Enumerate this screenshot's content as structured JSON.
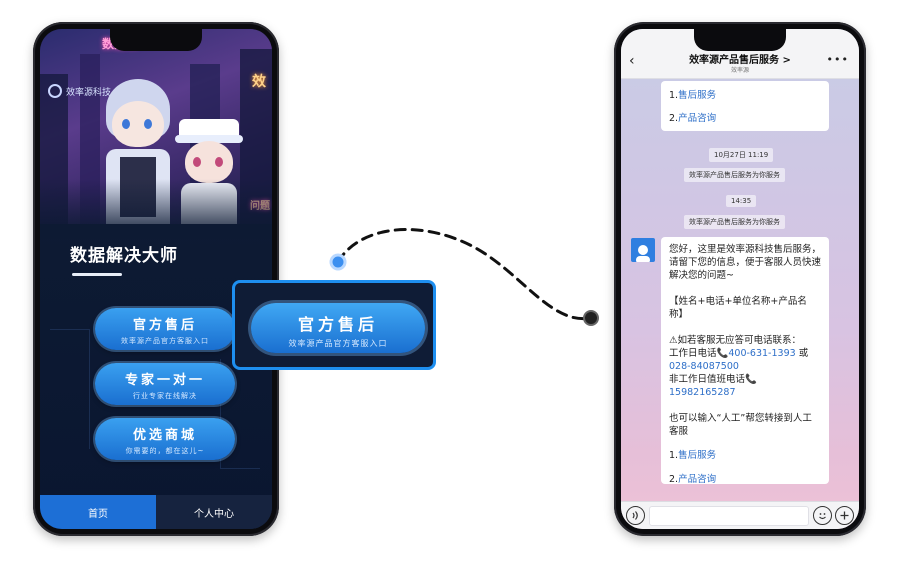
{
  "left_phone": {
    "app_title": "数据解决大师",
    "hero": {
      "brand_name": "效率源科技",
      "sign_text_1": "数据恢",
      "sign_text_2": "效",
      "sign_text_3": "问题"
    },
    "buttons": [
      {
        "label": "官方售后",
        "sub": "效率源产品官方客服入口"
      },
      {
        "label": "专家一对一",
        "sub": "行业专家在线解决"
      },
      {
        "label": "优选商城",
        "sub": "你需要的，都在这儿~"
      }
    ],
    "tabs": [
      {
        "label": "首页"
      },
      {
        "label": "个人中心"
      }
    ]
  },
  "callout": {
    "label": "官方售后",
    "sub": "效率源产品官方客服入口"
  },
  "right_phone": {
    "header": {
      "title": "效率源产品售后服务 >",
      "subtitle": "效率源"
    },
    "top_bubble": {
      "item1_num": "1.",
      "item1_link": "售后服务",
      "item2_num": "2.",
      "item2_link": "产品咨询"
    },
    "system_messages": [
      "10月27日 11:19",
      "效率源产品售后服务为你服务",
      "14:35",
      "效率源产品售后服务为你服务"
    ],
    "main_bubble": {
      "greeting": "您好，这里是效率源科技售后服务，请留下您的信息，便于客服人员快速解决您的问题~",
      "format": "【姓名+电话+单位名称+产品名称】",
      "no_reply_prefix": "⚠如若客服无应答可电话联系：",
      "workday_label": "工作日电话",
      "phone_icon": "📞",
      "workday_phone": "400-631-1393",
      "or": "或",
      "office_phone": "028-84087500",
      "offday_label": "非工作日值班电话",
      "offday_phone": "15982165287",
      "human_hint": "也可以输入“人工”帮您转接到人工客服",
      "item1_num": "1.",
      "item1_link": "售后服务",
      "item2_num": "2.",
      "item2_link": "产品咨询"
    },
    "input_bar": {
      "voice_icon": "voice-icon",
      "emoji_icon": "emoji-icon",
      "plus_icon": "plus-icon"
    }
  },
  "colors": {
    "accent_blue": "#1d6fd6",
    "callout_border": "#1e8ff0",
    "link_blue": "#2e6fc8",
    "dark_bg": "#0d1a33"
  }
}
